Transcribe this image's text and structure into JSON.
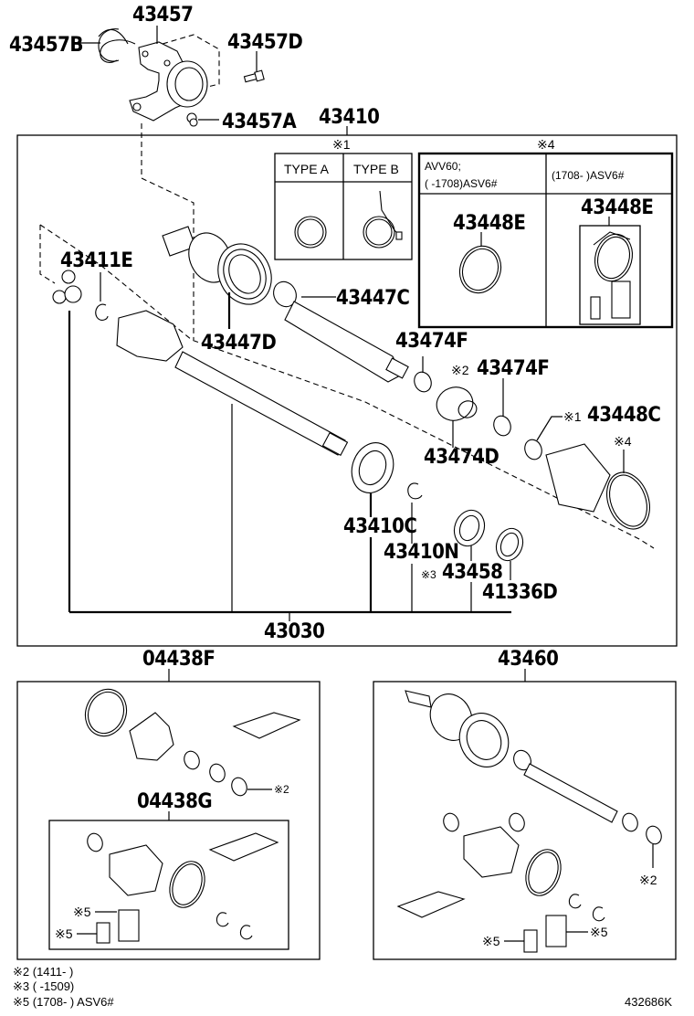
{
  "diagram": {
    "doc_id": "432686K",
    "top_parts": {
      "bracket": "43457",
      "snap_ring": "43457B",
      "bolt_d": "43457D",
      "bolt_a": "43457A"
    },
    "main_assembly": {
      "label": "43410",
      "labels": {
        "spider_clip": "43411E",
        "boot_clamp_c": "43447C",
        "boot_d": "43447D",
        "clamp_f1": "43474F",
        "clamp_f2": "43474F",
        "clamp_f2_note": "※2",
        "joint_d": "43474D",
        "clamp_c": "43448C",
        "clamp_c_note": "※1",
        "boot_band_note": "※4",
        "bearing_c": "43410C",
        "snap_n": "43410N",
        "seal_58": "43458",
        "seal_58_note": "※3",
        "seal_d": "41336D",
        "shaft_assy": "43030"
      },
      "type_table": {
        "note": "※1",
        "headers": [
          "TYPE A",
          "TYPE B"
        ]
      },
      "variant_table": {
        "note": "※4",
        "col1_header_line1": "AVV60;",
        "col1_header_line2": "(       -1708)ASV6#",
        "col2_header": "(1708-       )ASV6#",
        "col1_part": "43448E",
        "col2_part": "43448E"
      }
    },
    "kit_f": {
      "label": "04438F",
      "note2": "※2",
      "kit_g": {
        "label": "04438G",
        "note5a": "※5",
        "note5b": "※5"
      }
    },
    "kit_60": {
      "label": "43460",
      "note2": "※2",
      "note5a": "※5",
      "note5b": "※5"
    },
    "footnotes": [
      "※2 (1411-      )",
      "※3 (      -1509)",
      "※5 (1708-      ) ASV6#"
    ]
  }
}
